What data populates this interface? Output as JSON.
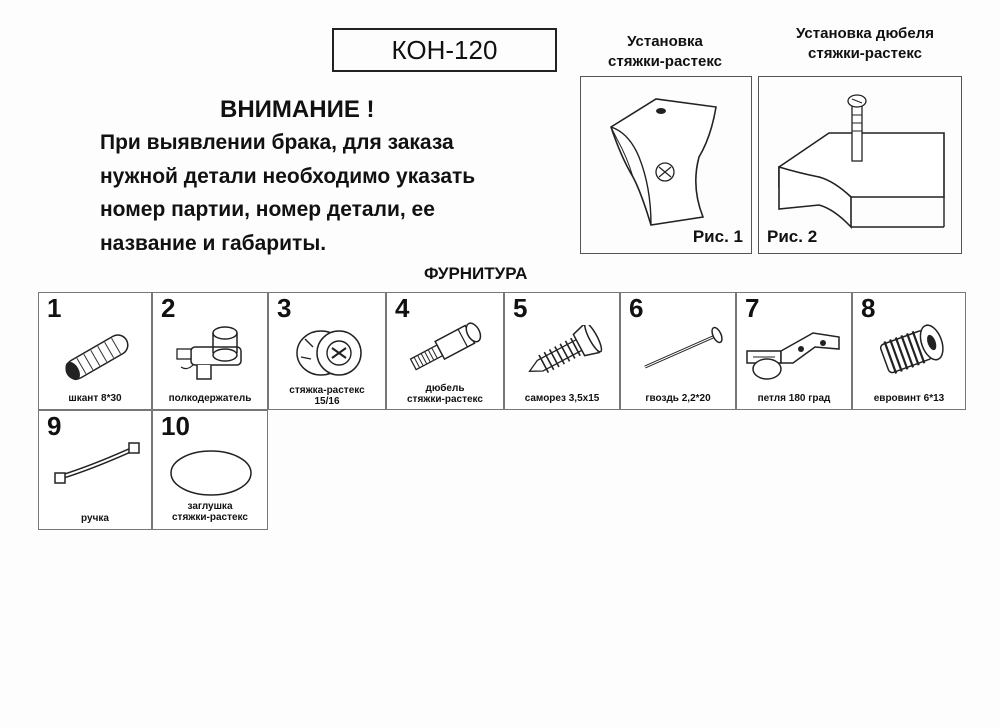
{
  "model": "КОН-120",
  "attention": {
    "title": "ВНИМАНИЕ !",
    "lines": [
      "При выявлении брака, для заказа",
      "нужной детали необходимо указать",
      "номер партии, номер детали, ее",
      "название и габариты."
    ]
  },
  "figures": [
    {
      "caption_1": "Установка",
      "caption_2": "стяжки-растекс",
      "label": "Рис. 1"
    },
    {
      "caption_1": "Установка дюбеля",
      "caption_2": "стяжки-растекс",
      "label": "Рис. 2"
    }
  ],
  "furniture": {
    "title": "ФУРНИТУРА",
    "items": [
      {
        "number": "1",
        "label_1": "шкант 8*30",
        "label_2": "",
        "icon": "dowel-icon"
      },
      {
        "number": "2",
        "label_1": "полкодержатель",
        "label_2": "",
        "icon": "shelf-support-icon"
      },
      {
        "number": "3",
        "label_1": "стяжка-растекс",
        "label_2": "15/16",
        "icon": "cam-lock-icon"
      },
      {
        "number": "4",
        "label_1": "дюбель",
        "label_2": "стяжки-растекс",
        "icon": "cam-dowel-icon"
      },
      {
        "number": "5",
        "label_1": "саморез 3,5х15",
        "label_2": "",
        "icon": "screw-icon"
      },
      {
        "number": "6",
        "label_1": "гвоздь 2,2*20",
        "label_2": "",
        "icon": "nail-icon"
      },
      {
        "number": "7",
        "label_1": "петля 180 град",
        "label_2": "",
        "icon": "hinge-icon"
      },
      {
        "number": "8",
        "label_1": "евровинт 6*13",
        "label_2": "",
        "icon": "euro-screw-icon"
      },
      {
        "number": "9",
        "label_1": "ручка",
        "label_2": "",
        "icon": "handle-icon"
      },
      {
        "number": "10",
        "label_1": "заглушка",
        "label_2": "стяжки-растекс",
        "icon": "cap-icon"
      }
    ]
  }
}
